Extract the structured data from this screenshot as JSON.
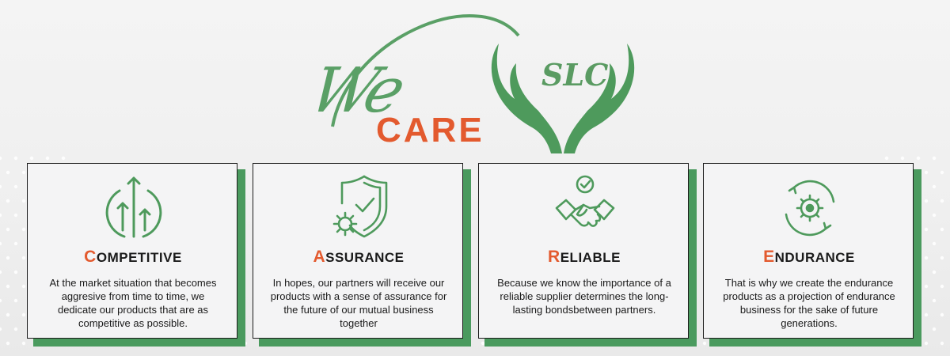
{
  "logo": {
    "we": "We",
    "care": "CARE",
    "slc": "SLC"
  },
  "colors": {
    "green": "#4a9a5e",
    "orange": "#e35a2e"
  },
  "cards": [
    {
      "icon": "growth-arrows-icon",
      "initial": "C",
      "title_rest": "OMPETITIVE",
      "body": "At the market situation that becomes aggresive from time to time, we dedicate our products that are as competitive as possible."
    },
    {
      "icon": "shield-check-gear-icon",
      "initial": "A",
      "title_rest": "SSURANCE",
      "body": "In hopes, our partners will receive our products with a sense of assurance for the future of our mutual business together"
    },
    {
      "icon": "handshake-check-icon",
      "initial": "R",
      "title_rest": "ELIABLE",
      "body": "Because we know the importance  of a reliable supplier determines the long-lasting bondsbetween partners."
    },
    {
      "icon": "gear-cycle-icon",
      "initial": "E",
      "title_rest": "NDURANCE",
      "body": "That is why we create the endurance products as a projection of endurance business for the sake of future generations."
    }
  ]
}
